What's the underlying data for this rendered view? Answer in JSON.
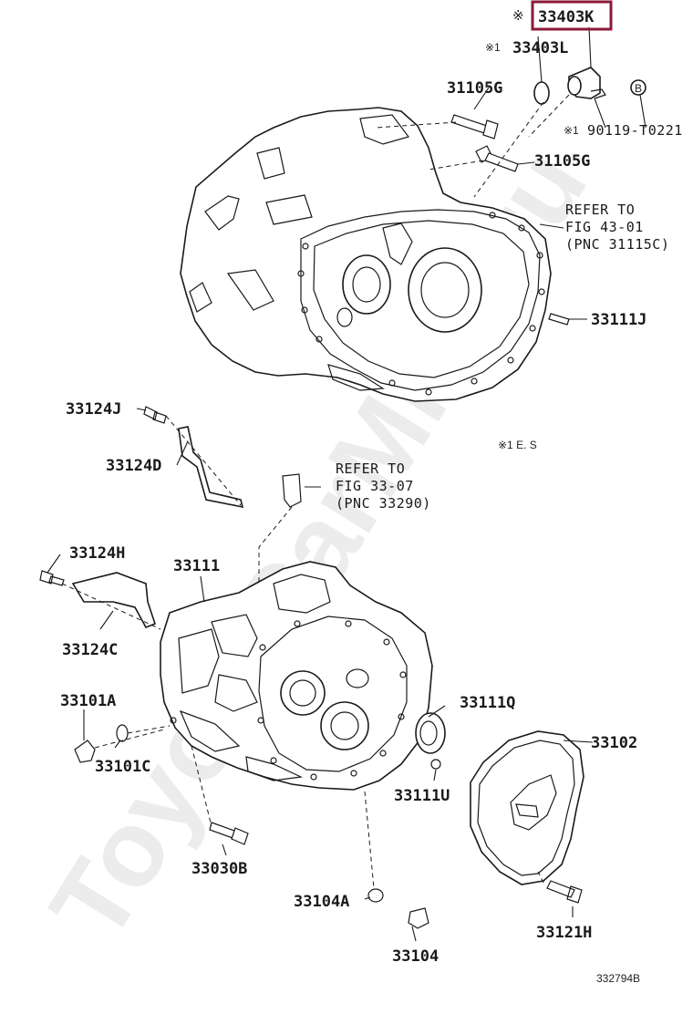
{
  "watermark": "ToyotaCarMine.ru",
  "figure_code": "332794B",
  "footnote": "※1 E. S",
  "highlight_color": "#8b1a3a",
  "labels": {
    "p33403K": "33403K",
    "p33403K_mark": "※",
    "p33403L": "33403L",
    "p33403L_mark": "※1",
    "p31105G_a": "31105G",
    "p31105G_b": "31105G",
    "p90119": "90119-T0221",
    "p90119_mark": "※1",
    "circle_b": "B",
    "refer1_line1": "REFER TO",
    "refer1_line2": "FIG 43-01",
    "refer1_line3": "(PNC 31115C)",
    "p33111J": "33111J",
    "p33124J": "33124J",
    "p33124D": "33124D",
    "refer2_line1": "REFER TO",
    "refer2_line2": "FIG 33-07",
    "refer2_line3": "(PNC 33290)",
    "p33124H": "33124H",
    "p33111": "33111",
    "p33124C": "33124C",
    "p33101A": "33101A",
    "p33111Q": "33111Q",
    "p33102": "33102",
    "p33101C": "33101C",
    "p33111U": "33111U",
    "p33030B": "33030B",
    "p33104A": "33104A",
    "p33121H": "33121H",
    "p33104": "33104"
  }
}
